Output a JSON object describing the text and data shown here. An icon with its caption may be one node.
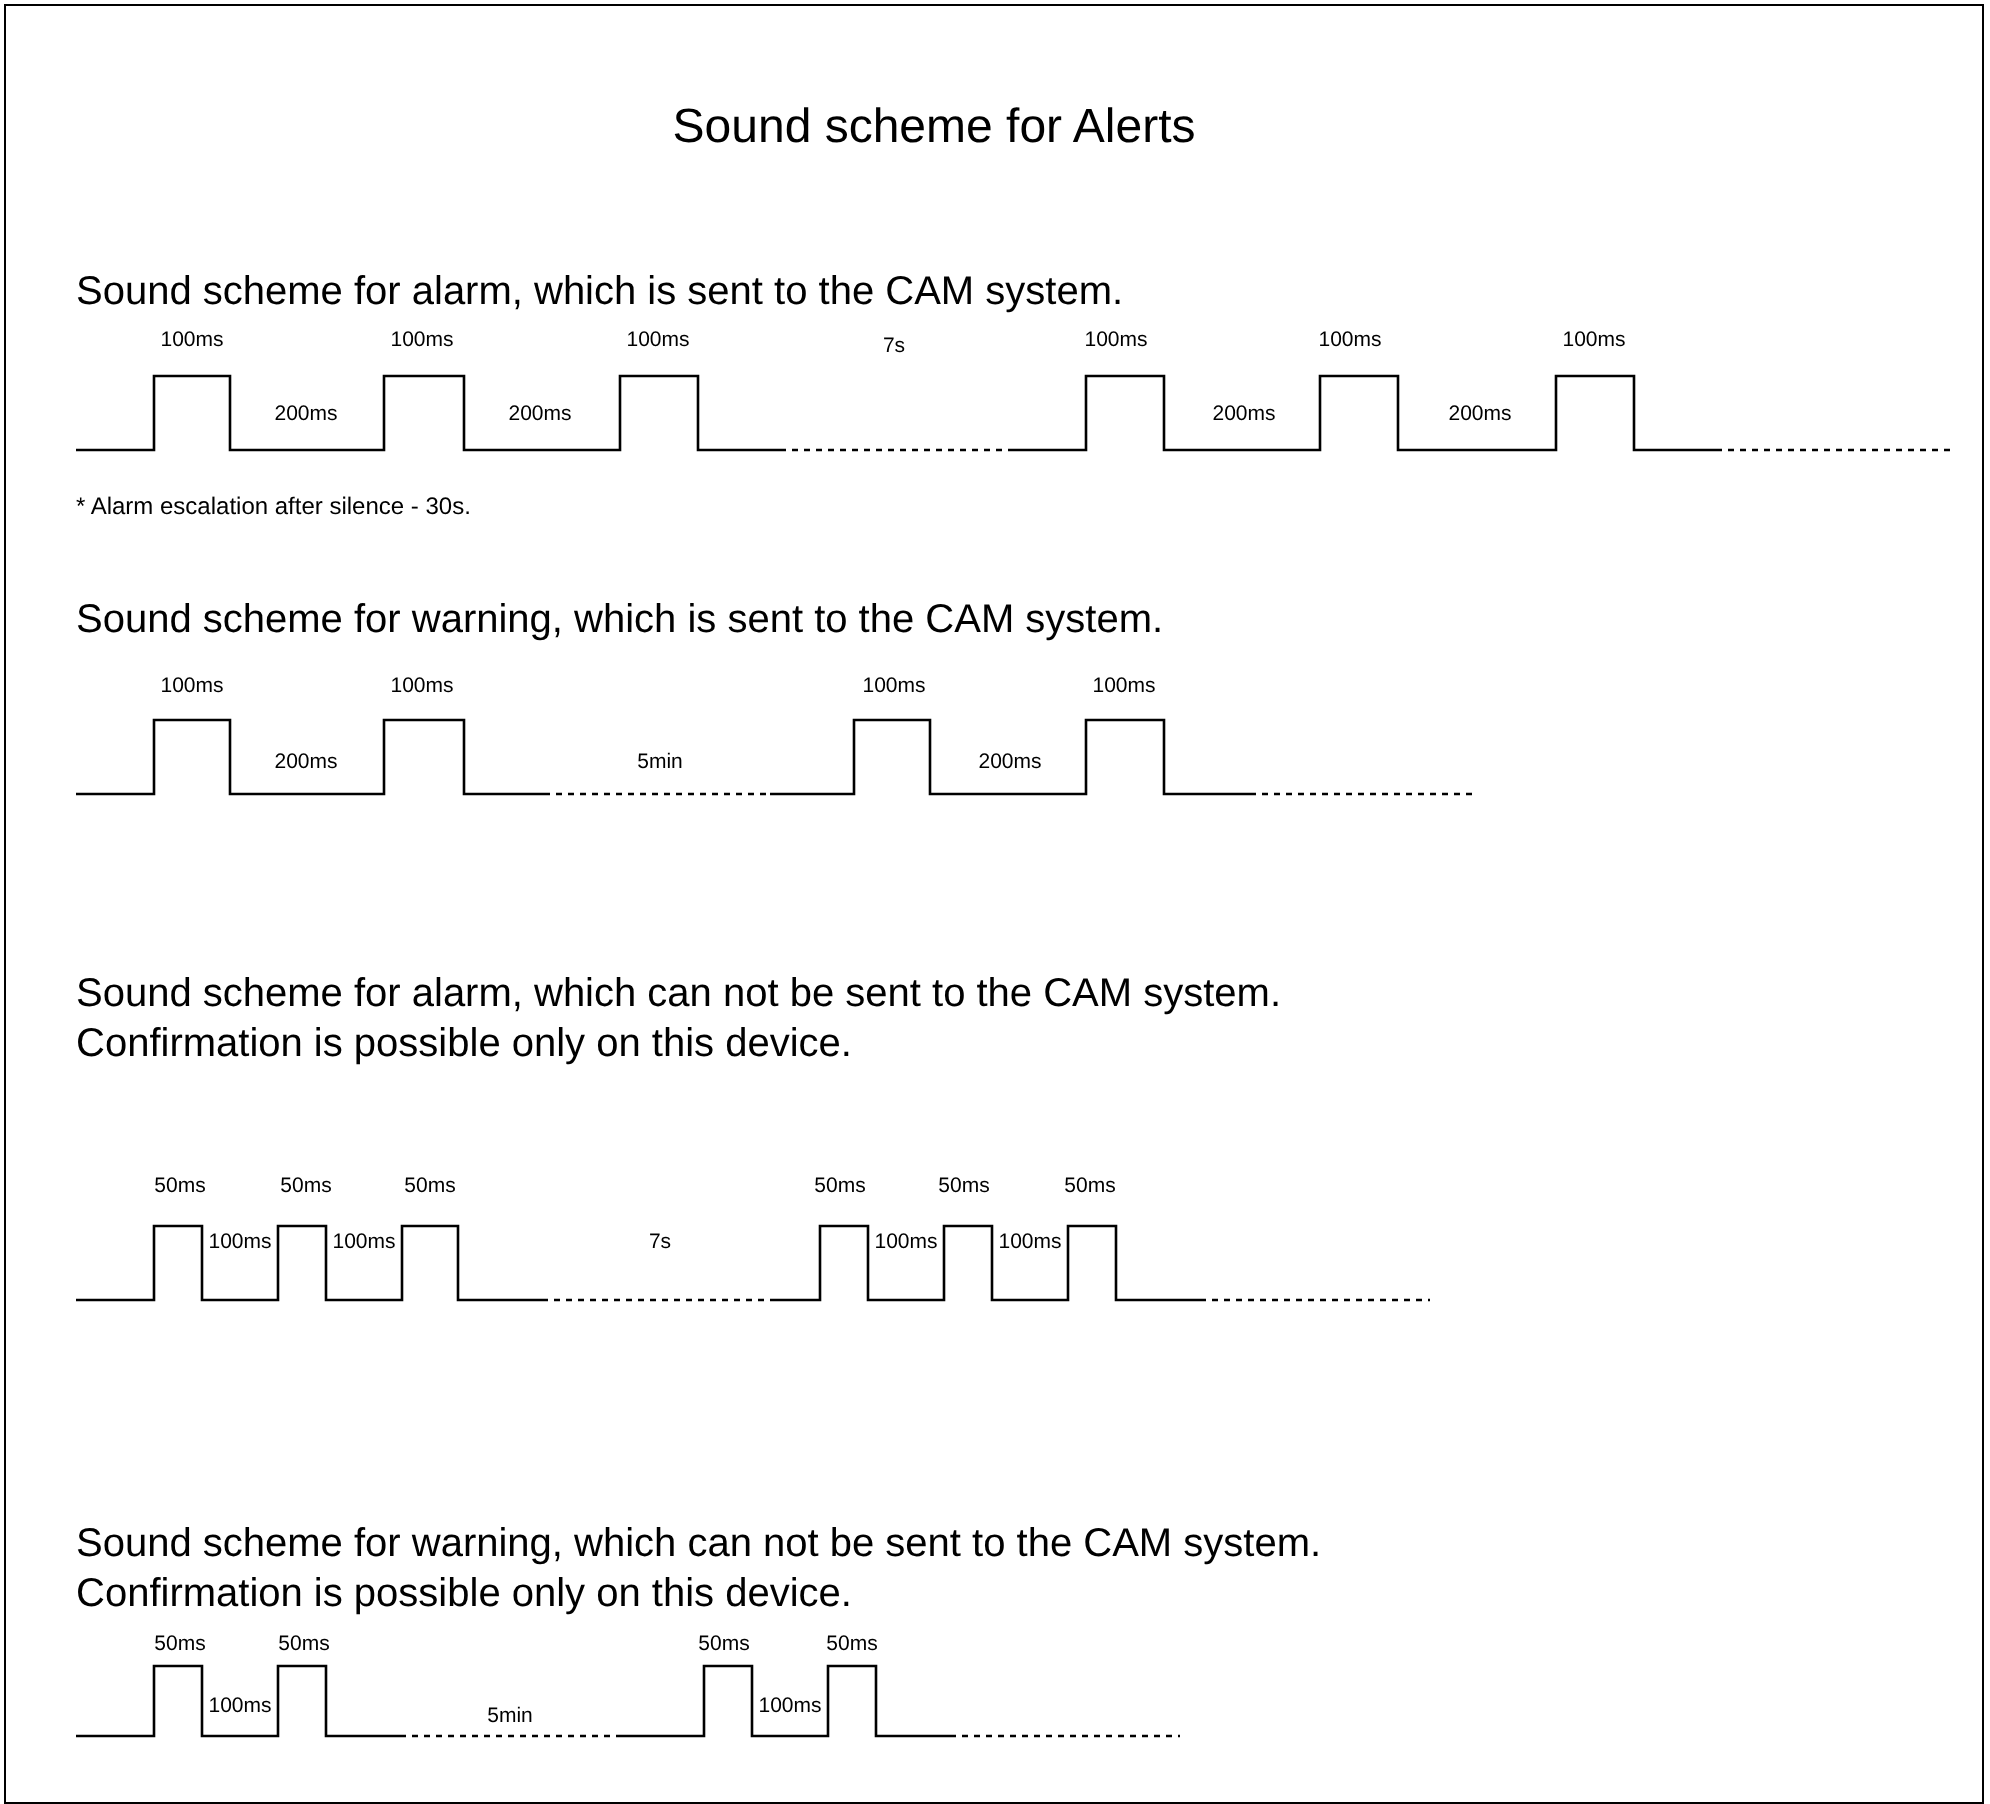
{
  "diagram": {
    "title": "Sound scheme for Alerts",
    "labels": [
      "Sound scheme for alarm, which is sent to the CAM system.",
      "100ms",
      "100ms",
      "100ms",
      "100ms",
      "100ms",
      "100ms",
      "200ms",
      "200ms",
      "7s",
      "200ms",
      "200ms",
      "* Alarm escalation after silence - 30s.",
      "Sound scheme for warning, which is sent to the CAM system.",
      "100ms",
      "100ms",
      "100ms",
      "100ms",
      "200ms",
      "5min",
      "200ms",
      "Sound scheme for alarm, which can not be sent to the CAM system. Confirmation is possible only on this device.",
      "50ms",
      "50ms",
      "50ms",
      "50ms",
      "50ms",
      "50ms",
      "100ms",
      "100ms",
      "7s",
      "100ms",
      "100ms",
      "Sound scheme for warning, which can not be sent to the CAM system. Confirmation is possible only on this device.",
      "50ms",
      "50ms",
      "50ms",
      "50ms",
      "100ms",
      "5min",
      "100ms"
    ]
  }
}
